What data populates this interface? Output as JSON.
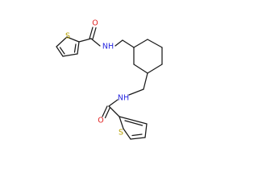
{
  "molecule": {
    "colors": {
      "bond": "#1a1a1a",
      "O": "#e02020",
      "N": "#2828e0",
      "S": "#b8a000"
    },
    "labels": {
      "s_top": "S",
      "o_top": "O",
      "nh_top": "NH",
      "nh_bottom": "NH",
      "o_bottom": "O",
      "s_bottom": "S"
    }
  }
}
